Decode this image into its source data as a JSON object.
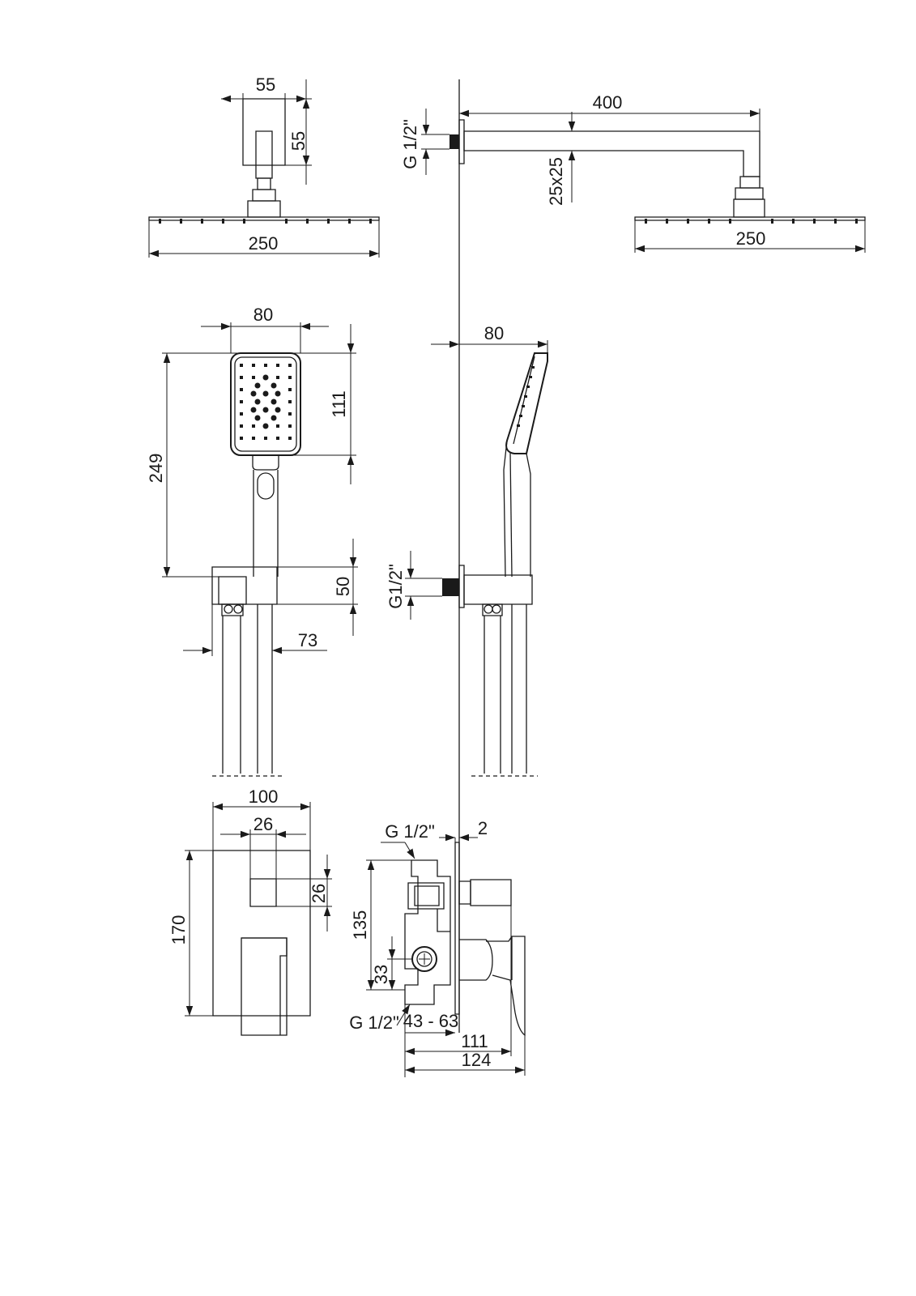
{
  "colors": {
    "ink": "#1a1a1a",
    "paper": "#ffffff"
  },
  "overhead_shower_front": {
    "connector_width": "55",
    "connector_height": "55",
    "head_width": "250"
  },
  "overhead_shower_side": {
    "arm_length": "400",
    "wall_thread": "G 1/2\"",
    "arm_section": "25x25",
    "head_width": "250"
  },
  "hand_shower_front": {
    "head_width": "80",
    "head_height": "111",
    "total_height": "249",
    "holder_height": "50",
    "outlet_offset": "73"
  },
  "hand_shower_side": {
    "head_depth": "80",
    "wall_thread": "G1/2\""
  },
  "mixer_front": {
    "plate_width": "100",
    "diverter_width": "26",
    "diverter_height": "26",
    "plate_height": "170"
  },
  "mixer_side": {
    "top_thread": "G 1/2\"",
    "plate_thickness": "2",
    "body_height": "135",
    "inlet_offset": "33",
    "bottom_thread": "G 1/2\"",
    "install_depth": "43 - 63",
    "depth_to_handle": "111",
    "total_depth": "124"
  }
}
